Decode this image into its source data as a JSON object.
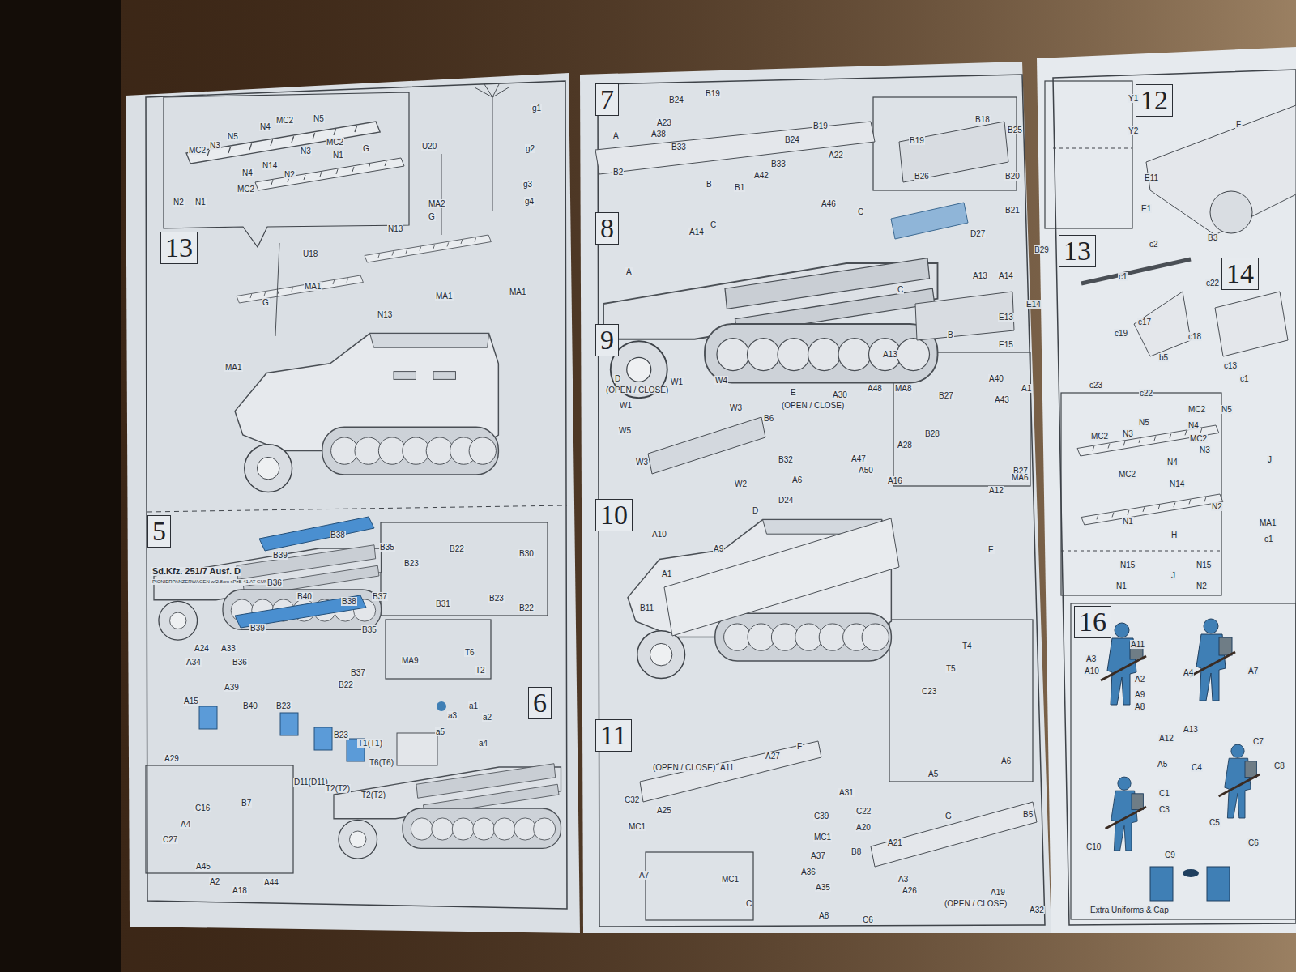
{
  "diagram": {
    "nodes": [
      {
        "text": [
          "13"
        ]
      },
      {
        "text": [
          "5"
        ]
      },
      {
        "text": [
          "6"
        ]
      },
      {
        "text": [
          "7"
        ]
      },
      {
        "text": [
          "8"
        ]
      },
      {
        "text": [
          "9"
        ]
      },
      {
        "text": [
          "10"
        ]
      },
      {
        "text": [
          "11"
        ]
      },
      {
        "text": [
          "12"
        ]
      },
      {
        "text": [
          "13"
        ]
      },
      {
        "text": [
          "14"
        ]
      },
      {
        "text": [
          "16"
        ]
      }
    ],
    "labels": [
      "MC2",
      "N3",
      "N5",
      "N4",
      "MC2",
      "N5",
      "MC2",
      "N3",
      "N1",
      "N14",
      "N4",
      "N2",
      "MC2",
      "N2",
      "N1",
      "G",
      "U20",
      "g1",
      "g2",
      "g3",
      "g4",
      "MA2",
      "N13",
      "G",
      "U18",
      "MA1",
      "MA1",
      "MA1",
      "N13",
      "G",
      "MA1",
      "Sd.Kfz. 251/7 Ausf. D",
      "PIONIERPANZERWAGEN w/2.8cm sPzB 41 AT GUN",
      "B38",
      "B35",
      "B39",
      "B36",
      "B40",
      "B38",
      "B37",
      "B39",
      "B35",
      "A24",
      "A33",
      "A34",
      "B36",
      "B37",
      "B22",
      "A15",
      "A39",
      "B40",
      "B23",
      "A29",
      "B23",
      "T1(T1)",
      "T6(T6)",
      "D11(D11)",
      "T2(T2)",
      "T2(T2)",
      "B22",
      "B30",
      "B23",
      "B22",
      "B31",
      "B23",
      "T6",
      "T2",
      "MA9",
      "a1",
      "a2",
      "a3",
      "a4",
      "a5",
      "C16",
      "B7",
      "A4",
      "C27",
      "A45",
      "A2",
      "A18",
      "A44",
      "B24",
      "B19",
      "A23",
      "A38",
      "B33",
      "A",
      "B2",
      "B",
      "B1",
      "B19",
      "B24",
      "A22",
      "B33",
      "A42",
      "A46",
      "B18",
      "B25",
      "B19",
      "B26",
      "B20",
      "A14",
      "C",
      "A",
      "C",
      "B21",
      "D27",
      "B29",
      "A13",
      "A14",
      "C",
      "E14",
      "E13",
      "E15",
      "B",
      "A13",
      "D",
      "(OPEN / CLOSE)",
      "W1",
      "W4",
      "W1",
      "W3",
      "B6",
      "W5",
      "W3",
      "W2",
      "E",
      "(OPEN / CLOSE)",
      "A30",
      "A48",
      "MA8",
      "A28",
      "A47",
      "B32",
      "A6",
      "A50",
      "A16",
      "A40",
      "A1",
      "B27",
      "A43",
      "B28",
      "B27",
      "A12",
      "MA6",
      "D",
      "D24",
      "A10",
      "A9",
      "A1",
      "B11",
      "E",
      "T4",
      "T5",
      "C23",
      "A6",
      "A5",
      "(OPEN / CLOSE)",
      "A11",
      "A27",
      "F",
      "C32",
      "A25",
      "MC1",
      "A7",
      "A31",
      "C39",
      "MC1",
      "C22",
      "A20",
      "A21",
      "B8",
      "A37",
      "A36",
      "A35",
      "A3",
      "A26",
      "A8",
      "C6",
      "G",
      "B5",
      "(OPEN / CLOSE)",
      "A19",
      "A32",
      "MC1",
      "C",
      "Y1",
      "Y2",
      "E11",
      "E1",
      "F",
      "B3",
      "c2",
      "c1",
      "c22",
      "c17",
      "c18",
      "c19",
      "b5",
      "c23",
      "c22",
      "c13",
      "c1",
      "MC2",
      "N5",
      "N5",
      "N4",
      "MC2",
      "N3",
      "N3",
      "MC2",
      "N4",
      "MC2",
      "N14",
      "N2",
      "N1",
      "H",
      "N15",
      "N15",
      "J",
      "N1",
      "N2",
      "J",
      "MA1",
      "c1",
      "A11",
      "A3",
      "A10",
      "A2",
      "A9",
      "A8",
      "A12",
      "A5",
      "A4",
      "A7",
      "A13",
      "C7",
      "C4",
      "C8",
      "C1",
      "C3",
      "C5",
      "C9",
      "C6",
      "C10",
      "Extra Uniforms & Cap"
    ]
  }
}
